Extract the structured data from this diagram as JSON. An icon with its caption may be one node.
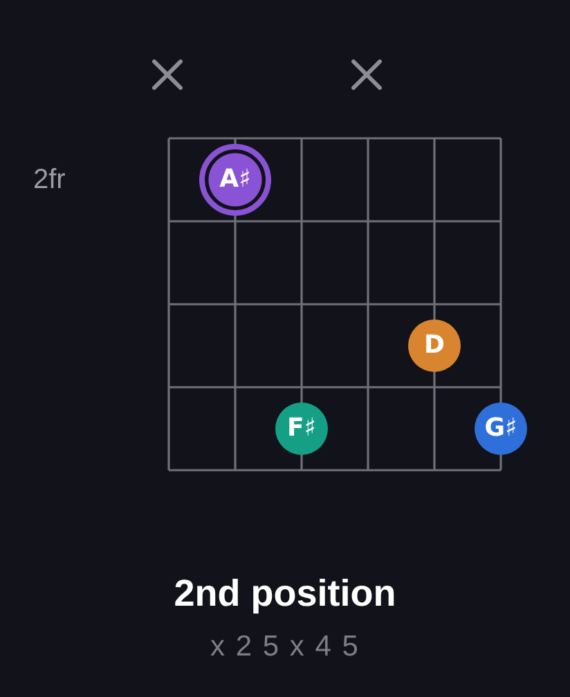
{
  "diagram": {
    "title": "2nd position",
    "nodes": [
      {
        "text": [
          "A♯"
        ]
      },
      {
        "text": [
          "D"
        ]
      },
      {
        "text": [
          "F♯"
        ]
      },
      {
        "text": [
          "G♯"
        ]
      }
    ],
    "labels": [
      "2fr",
      "x 2 5 x 4 5"
    ]
  }
}
